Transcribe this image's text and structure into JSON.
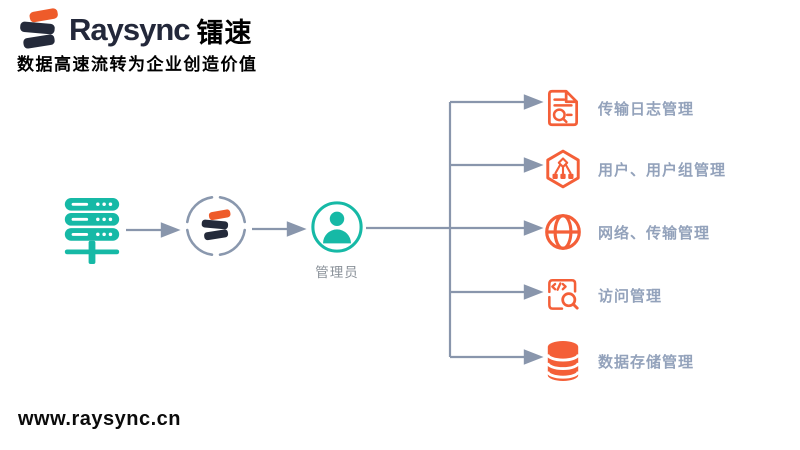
{
  "header": {
    "brand_en": "Raysync",
    "brand_cn": "镭速",
    "tagline": "数据高速流转为企业创造价值"
  },
  "flow": {
    "source_icon": "server-icon",
    "middle_icon": "raysync-node-icon",
    "admin_label": "管理员",
    "items": [
      {
        "label": "传输日志管理",
        "icon": "transfer-log-icon"
      },
      {
        "label": "用户、用户组管理",
        "icon": "user-group-icon"
      },
      {
        "label": "网络、传输管理",
        "icon": "network-transfer-icon"
      },
      {
        "label": "访问管理",
        "icon": "access-management-icon"
      },
      {
        "label": "数据存储管理",
        "icon": "data-storage-icon"
      }
    ]
  },
  "footer": {
    "website": "www.raysync.cn"
  },
  "colors": {
    "teal": "#16b9a6",
    "icon_orange": "#f45f38",
    "logo_orange": "#ee5b2a",
    "logo_navy": "#242a3a",
    "connector_gray": "#8996ac",
    "item_label_gray": "#93a2bb",
    "admin_label_gray": "#8a9199",
    "text_black": "#000000"
  }
}
